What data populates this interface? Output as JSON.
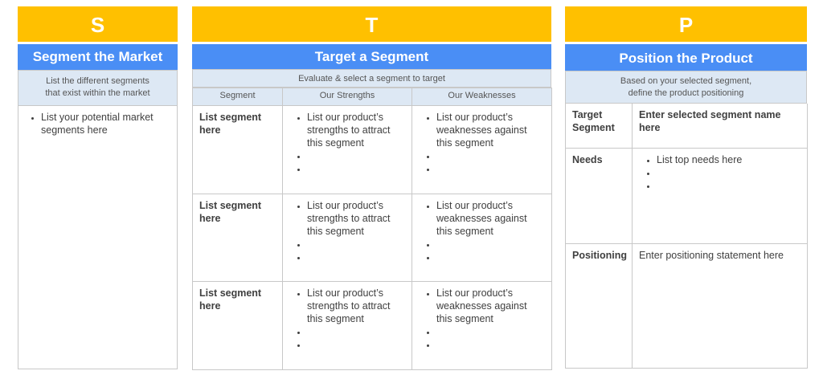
{
  "colors": {
    "letter_bg": "#FFC000",
    "title_bg": "#4A8EF5",
    "desc_bg": "#DDE8F4",
    "border": "#C8C8C8"
  },
  "segment": {
    "letter": "S",
    "title": "Segment the Market",
    "description": "List the different segments that exist within the market",
    "bullets": [
      "List your potential market segments here"
    ]
  },
  "target": {
    "letter": "T",
    "title": "Target a Segment",
    "description": "Evaluate & select a segment to target",
    "columns": [
      "Segment",
      "Our Strengths",
      "Our Weaknesses"
    ],
    "rows": [
      {
        "segment": "List segment here",
        "strengths": [
          "List our product’s strengths to attract this segment",
          "",
          ""
        ],
        "weaknesses": [
          "List our product’s weaknesses against this segment",
          "",
          ""
        ]
      },
      {
        "segment": "List segment here",
        "strengths": [
          "List our product’s strengths to attract this segment",
          "",
          ""
        ],
        "weaknesses": [
          "List our product’s weaknesses against this segment",
          "",
          ""
        ]
      },
      {
        "segment": "List segment here",
        "strengths": [
          "List our product’s strengths to attract this segment",
          "",
          ""
        ],
        "weaknesses": [
          "List our product’s weaknesses against this segment",
          "",
          ""
        ]
      }
    ]
  },
  "position": {
    "letter": "P",
    "title": "Position the Product",
    "description_line1": "Based on your selected segment,",
    "description_line2": "define the product positioning",
    "rows": [
      {
        "label": "Target Segment",
        "value": "Enter selected segment name here"
      },
      {
        "label": "Needs",
        "bullets": [
          "List top needs here",
          "",
          ""
        ]
      },
      {
        "label": "Positioning",
        "value": "Enter positioning statement here"
      }
    ]
  }
}
